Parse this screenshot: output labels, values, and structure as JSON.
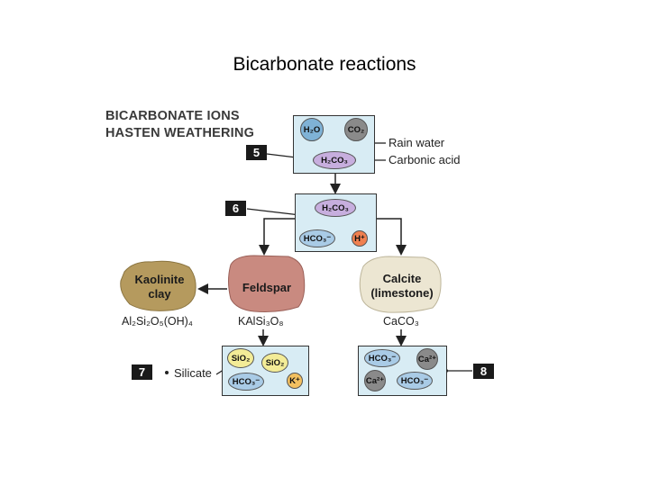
{
  "title": "Bicarbonate reactions",
  "subtitle_line1": "BICARBONATE IONS",
  "subtitle_line2": "HASTEN WEATHERING",
  "step_labels": {
    "rain_water": "Rain water",
    "carbonic_acid": "Carbonic acid",
    "silicate": "Silicate"
  },
  "badges": [
    "5",
    "6",
    "7",
    "8"
  ],
  "molecules": {
    "h2o": "H₂O",
    "co2": "CO₂",
    "h2co3": "H₂CO₃",
    "hco3": "HCO₃⁻",
    "h_plus": "H⁺",
    "sio2": "SiO₂",
    "k_plus": "K⁺",
    "ca2_plus": "Ca²⁺"
  },
  "rocks": {
    "kaolinite": "Kaolinite clay",
    "feldspar": "Feldspar",
    "calcite_line1": "Calcite",
    "calcite_line2": "(limestone)"
  },
  "formulas": {
    "kaolinite": "Al₂Si₂O₅(OH)₄",
    "feldspar": "KAlSi₃O₈",
    "calcite": "CaCO₃"
  },
  "colors": {
    "box_fill": "#d8ecf4",
    "h2o_blue": "#7fb2d6",
    "co2_gray": "#8a8a8a",
    "h2co3_purple": "#c7aede",
    "h_plus_orange": "#f08050",
    "sio2_yellow": "#f3ec97",
    "k_plus_yellow": "#f3c060",
    "badge_black": "#1a1a1a"
  }
}
